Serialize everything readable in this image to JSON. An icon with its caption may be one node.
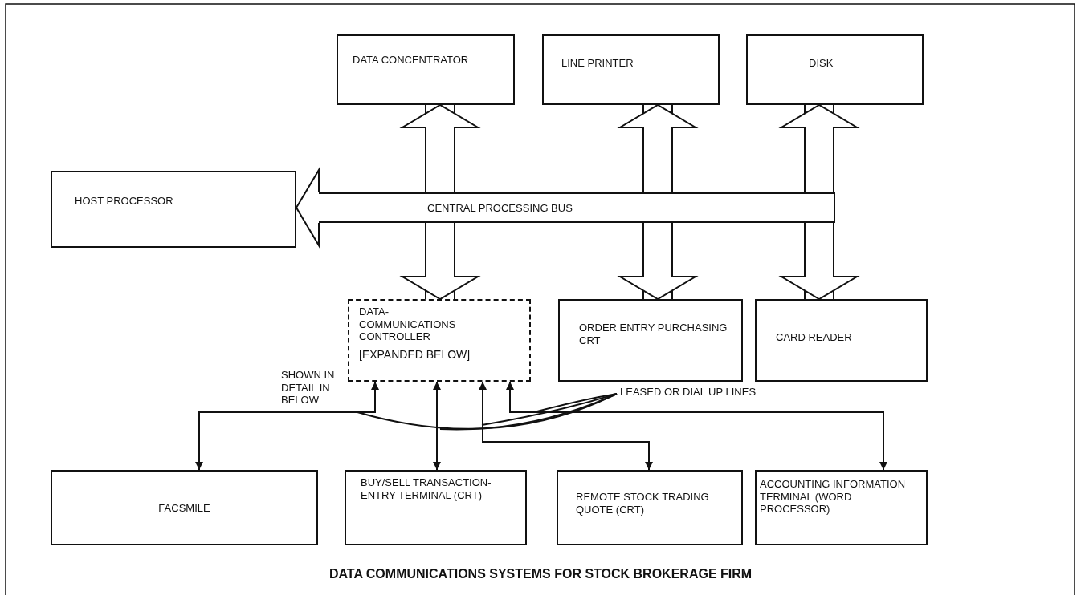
{
  "diagram": {
    "caption": "DATA COMMUNICATIONS SYSTEMS FOR STOCK BROKERAGE FIRM",
    "nodes": [
      {
        "text": [
          "DATA CONCENTRATOR"
        ]
      },
      {
        "text": [
          "LINE PRINTER"
        ]
      },
      {
        "text": [
          "DISK"
        ]
      },
      {
        "text": [
          "HOST PROCESSOR"
        ]
      },
      {
        "text": [
          "CENTRAL PROCESSING BUS"
        ]
      },
      {
        "text": [
          "DATA- COMMUNICATIONS CONTROLLER",
          "[EXPANDED BELOW]"
        ]
      },
      {
        "text": [
          "ORDER ENTRY PURCHASING CRT"
        ]
      },
      {
        "text": [
          "CARD READER"
        ]
      },
      {
        "text": [
          "LEASED OR DIAL UP LINES"
        ]
      },
      {
        "text": [
          "FACSMILE"
        ]
      },
      {
        "text": [
          "BUY/SELL TRANSACTION- ENTRY TERMINAL (CRT)"
        ]
      },
      {
        "text": [
          "REMOTE STOCK TRADING QUOTE (CRT)"
        ]
      },
      {
        "text": [
          "ACCOUNTING INFORMATION TERMINAL (WORD PROCESSOR)"
        ]
      }
    ],
    "edges": [
      {
        "from": 4,
        "to": 0,
        "arrow": "to",
        "style": "thick"
      },
      {
        "from": 4,
        "to": 1,
        "arrow": "to",
        "style": "thick"
      },
      {
        "from": 4,
        "to": 2,
        "arrow": "to",
        "style": "thick"
      },
      {
        "from": 4,
        "to": 3,
        "arrow": "to",
        "style": "thick"
      },
      {
        "from": 4,
        "to": 5,
        "arrow": "to",
        "style": "thick"
      },
      {
        "from": 4,
        "to": 6,
        "arrow": "to",
        "style": "thick"
      },
      {
        "from": 4,
        "to": 7,
        "arrow": "to",
        "style": "thick"
      },
      {
        "from": 5,
        "to": 9,
        "arrow": "both"
      },
      {
        "from": 5,
        "to": 10,
        "arrow": "both"
      },
      {
        "from": 5,
        "to": 11,
        "arrow": "both"
      },
      {
        "from": 5,
        "to": 12,
        "arrow": "both"
      },
      {
        "from": 8,
        "to": null,
        "arrow": "none"
      },
      {
        "from": 8,
        "to": null,
        "arrow": "none"
      },
      {
        "from": 8,
        "to": null,
        "arrow": "none"
      },
      {
        "from": 8,
        "to": null,
        "arrow": "none"
      }
    ],
    "labels": [
      "SHOWN IN DETAIL IN BELOW"
    ]
  }
}
